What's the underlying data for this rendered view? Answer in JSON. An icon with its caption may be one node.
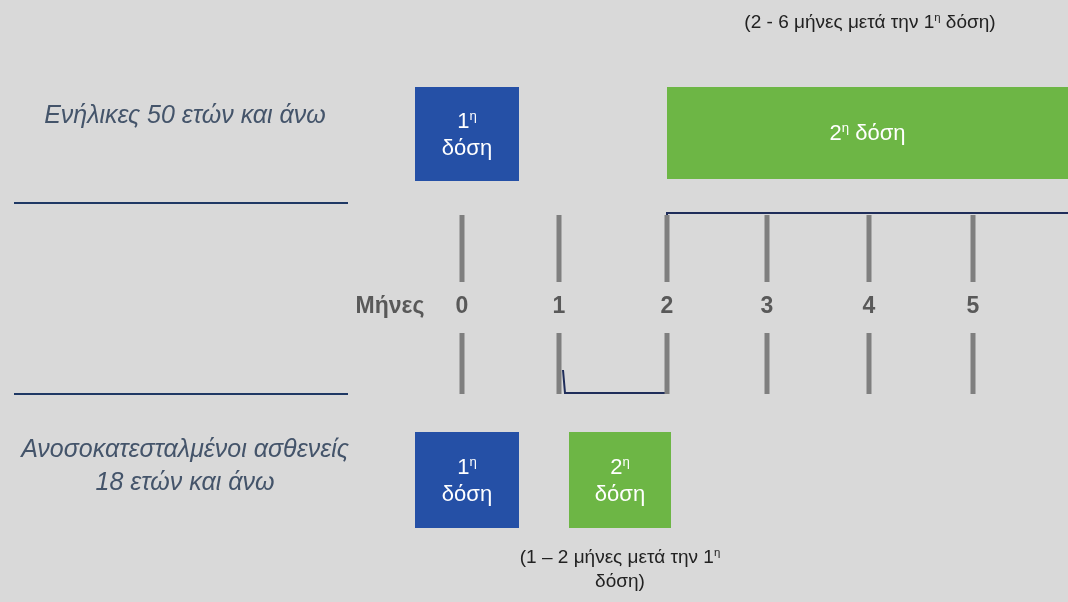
{
  "diagram": {
    "nodes": [
      {
        "text": [
          "1$^{η}$ δόση"
        ]
      },
      {
        "text": [
          "2$^{η}$ δόση"
        ],
        "beside": [
          "(2 - 6 μήνες μετά την 1$^{η}$ δόση)"
        ]
      },
      {
        "text": [
          "1$^{η}$ δόση"
        ]
      },
      {
        "text": [
          "2$^{η}$ δόση"
        ],
        "beside": [
          "(1 – 2 μήνες μετά την 1$^{η}$ δόση)"
        ]
      }
    ],
    "labels": [
      "Ενήλικες 50 ετών και άνω",
      "Μήνες",
      "0",
      "1",
      "2",
      "3",
      "4",
      "5",
      "Ανοσοκατεσταλμένοι ασθενείς 18 ετών και άνω"
    ]
  }
}
